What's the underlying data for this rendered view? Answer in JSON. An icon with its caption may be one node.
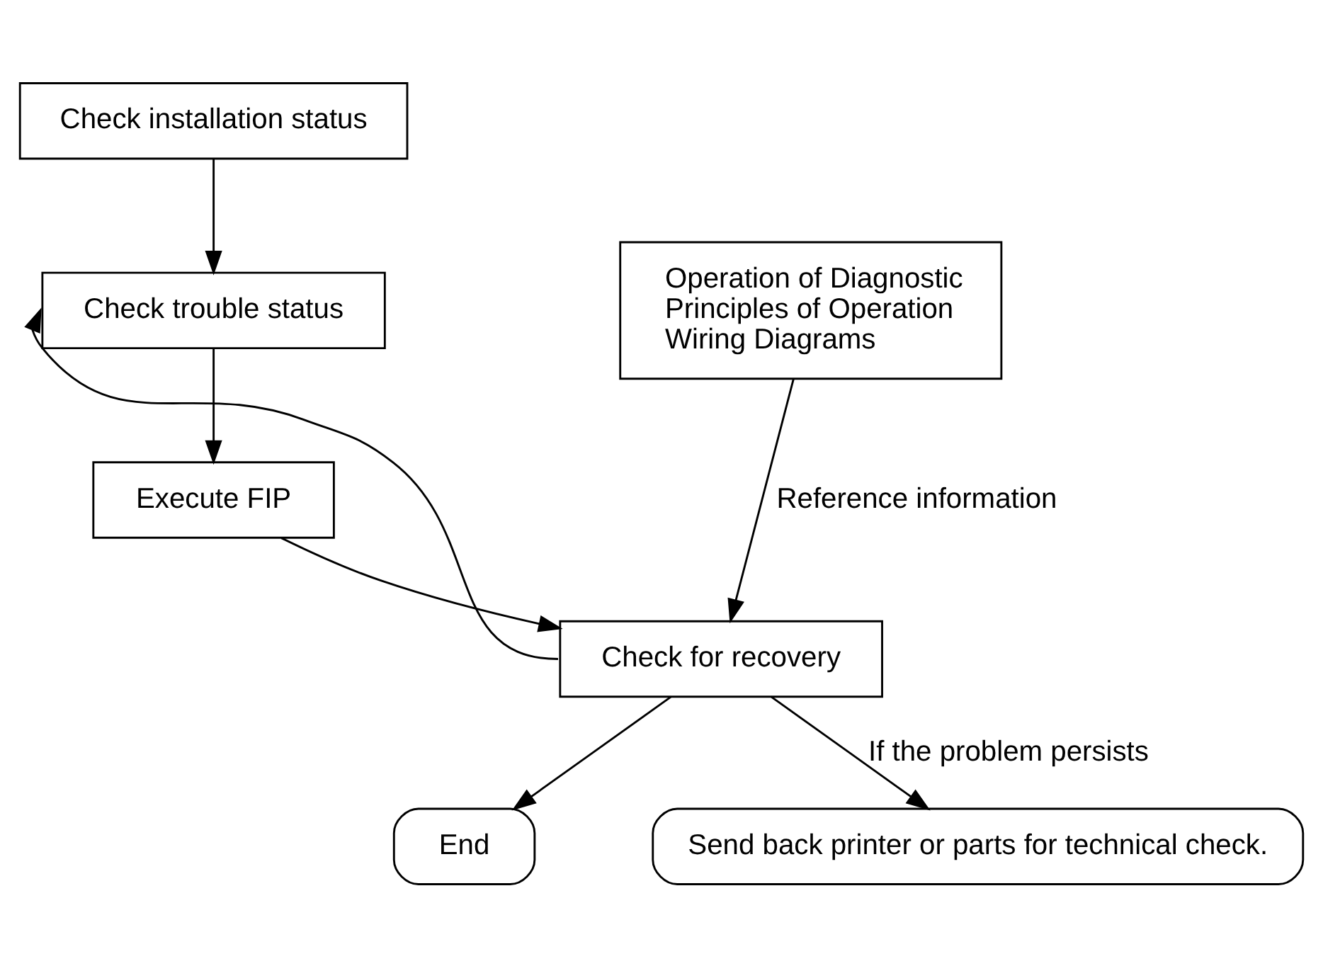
{
  "diagram": {
    "nodes": [
      {
        "text": [
          "Check installation status"
        ]
      },
      {
        "text": [
          "Check trouble status"
        ]
      },
      {
        "text": [
          "Execute FIP"
        ]
      },
      {
        "text": [
          "Check for recovery"
        ]
      },
      {
        "text": [
          "Operation of Diagnostic Principles of Operation Wiring Diagrams"
        ]
      },
      {
        "text": [
          "End"
        ]
      },
      {
        "text": [
          "Send back printer or parts for technical check."
        ]
      }
    ],
    "edges": [
      {
        "from": 0,
        "to": 1,
        "arrow": "to"
      },
      {
        "from": 1,
        "to": 2,
        "arrow": "to"
      },
      {
        "from": 2,
        "to": 3,
        "arrow": "to"
      },
      {
        "from": 3,
        "to": 1,
        "arrow": "to"
      },
      {
        "from": 4,
        "to": 3,
        "arrow": "to",
        "label": "Reference information"
      },
      {
        "from": 3,
        "to": 5,
        "arrow": "to"
      },
      {
        "from": 3,
        "to": 6,
        "arrow": "to",
        "label": "If the problem persists"
      }
    ]
  }
}
